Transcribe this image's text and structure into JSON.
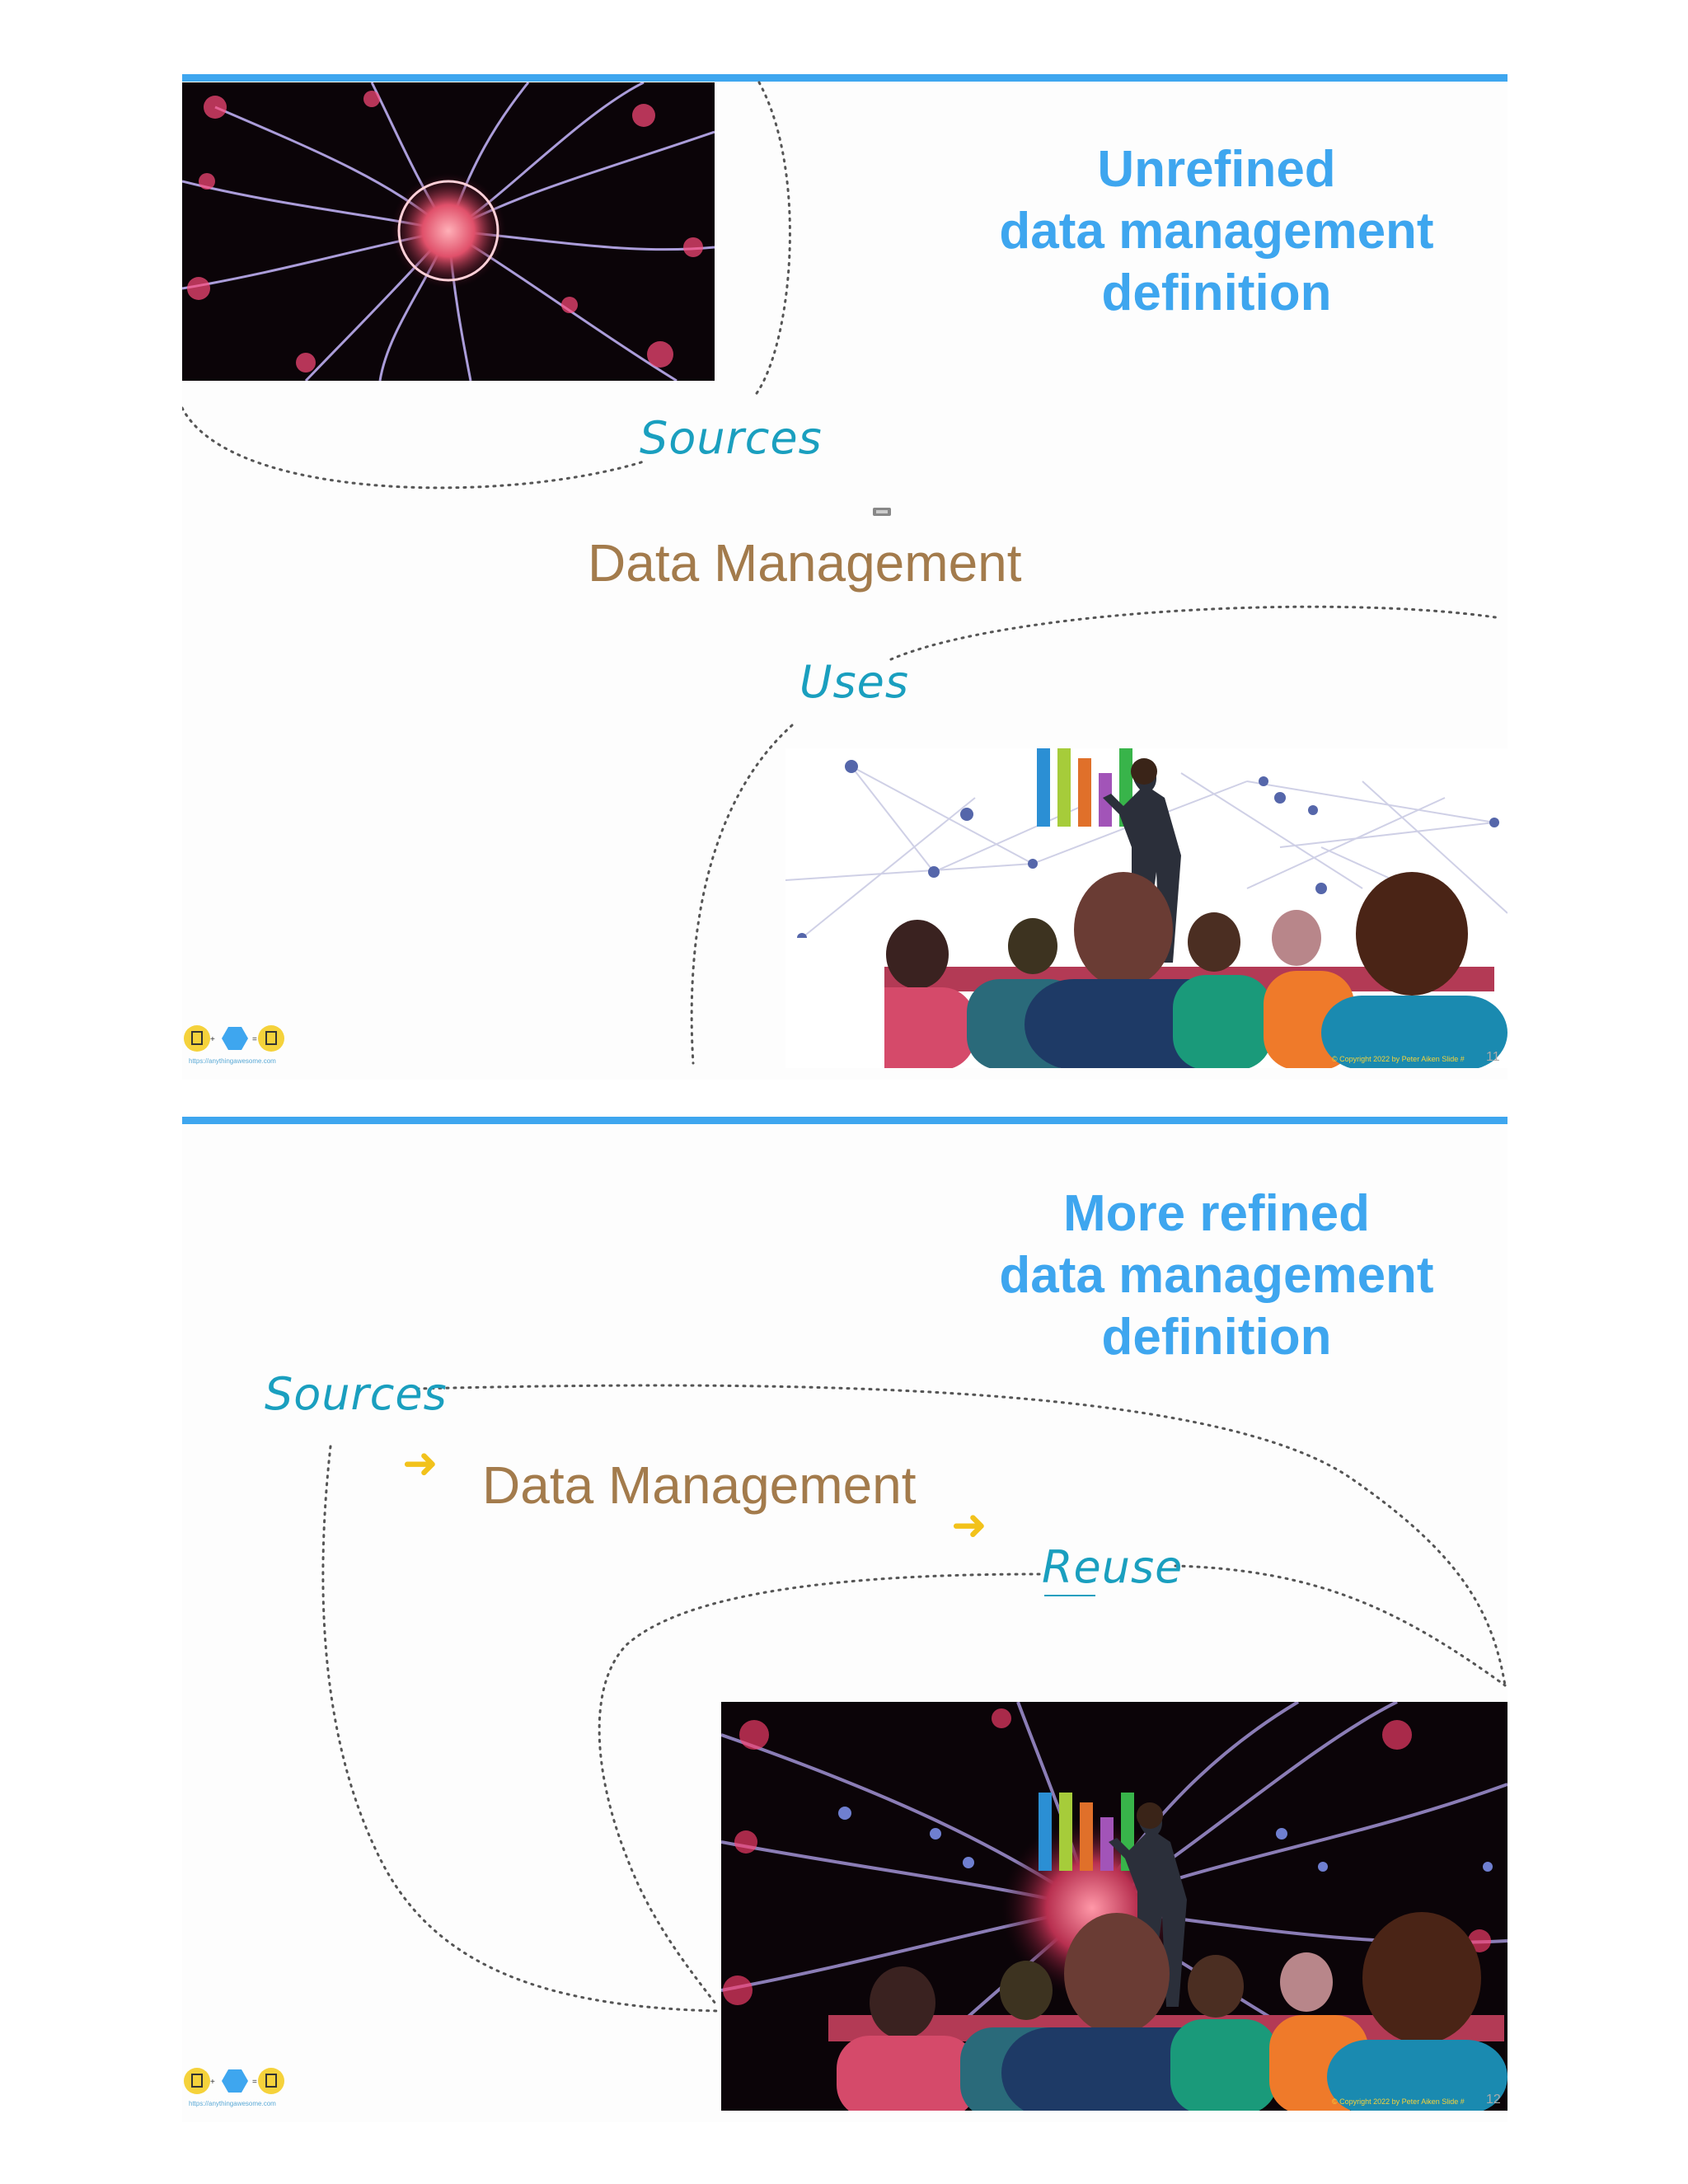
{
  "slides": [
    {
      "title": [
        "Unrefined",
        "data management",
        "definition"
      ],
      "labels": {
        "sources": "Sources",
        "center": "Data Management",
        "uses": "Uses"
      },
      "footer": {
        "url": "https://anythingawesome.com",
        "copyright": "© Copyright 2022 by Peter Aiken Slide #",
        "number": "11"
      },
      "images": [
        "plasma-ball",
        "presenter-audience"
      ]
    },
    {
      "title": [
        "More refined",
        "data management",
        "definition"
      ],
      "labels": {
        "sources": "Sources",
        "center": "Data Management",
        "reuse": "Reuse"
      },
      "footer": {
        "url": "https://anythingawesome.com",
        "copyright": "© Copyright 2022 by Peter Aiken Slide #",
        "number": "12"
      },
      "images": [
        "presenter-over-plasma"
      ]
    }
  ],
  "colors": {
    "accent_blue": "#3ea6ef",
    "teal_label": "#1a9fbf",
    "brown_label": "#a37b4c",
    "arrow_yellow": "#f2c21b"
  },
  "icons": [
    "right-arrow-icon",
    "logo-trash-can-icon",
    "cursor-icon"
  ]
}
